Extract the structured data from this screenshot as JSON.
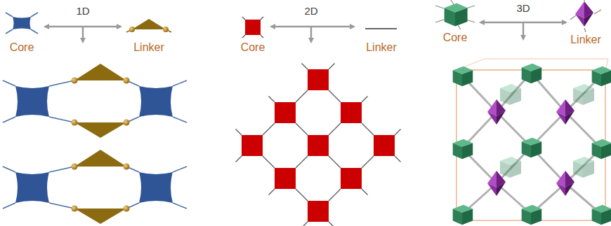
{
  "diagram": {
    "labels": [
      "1D",
      "Core",
      "Linker",
      "2D",
      "Core",
      "Linker",
      "3D",
      "Core",
      "Linker"
    ]
  }
}
